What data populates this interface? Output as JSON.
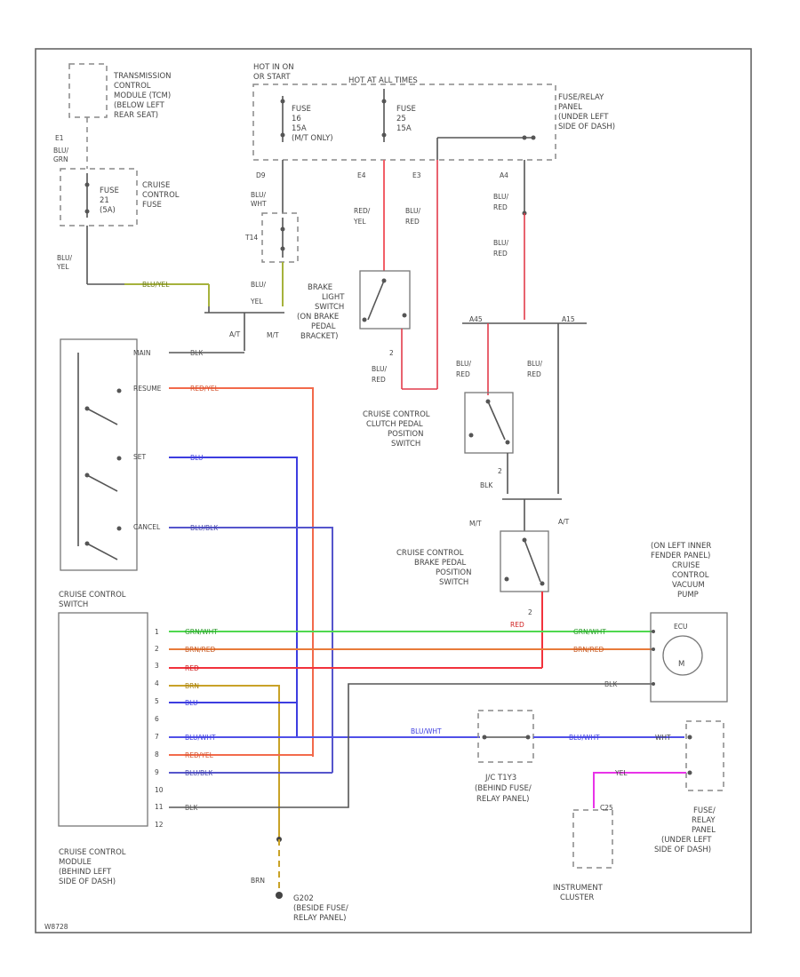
{
  "diagram": {
    "tcm": [
      "TRANSMISSION",
      "CONTROL",
      "MODULE (TCM)",
      "(BELOW LEFT",
      "REAR SEAT)"
    ],
    "tcm_pin": "E1",
    "cc_fuse": [
      "FUSE",
      "21",
      "(5A)"
    ],
    "cc_fuse_label": [
      "CRUISE",
      "CONTROL",
      "FUSE"
    ],
    "hot_in_on": [
      "HOT IN ON",
      "OR START"
    ],
    "hot_all_times": "HOT AT ALL TIMES",
    "fuse_left": [
      "FUSE",
      "16",
      "15A",
      "(M/T ONLY)"
    ],
    "fuse_right": [
      "FUSE",
      "25",
      "15A"
    ],
    "fuse_relay_panel_top": [
      "FUSE/RELAY",
      "PANEL",
      "(UNDER LEFT",
      "SIDE OF DASH)"
    ],
    "pins_top": {
      "d9": "D9",
      "e4": "E4",
      "e3": "E3",
      "a4": "A4",
      "t14": "T14"
    },
    "wires": {
      "blu_grn": [
        "BLU/",
        "GRN"
      ],
      "blu_wht": [
        "BLU/",
        "WHT"
      ],
      "blu_yel": [
        "BLU/",
        "YEL"
      ],
      "blu_yel2": [
        "BLU/",
        "YEL"
      ],
      "red_yel": [
        "RED/",
        "YEL"
      ],
      "blu_red1": [
        "BLU/",
        "RED"
      ],
      "blu_red2": [
        "BLU/",
        "RED"
      ],
      "blu_red3": [
        "BLU/",
        "RED"
      ],
      "blu_red4": [
        "BLU/",
        "RED"
      ],
      "blu_red5": [
        "BLU/",
        "RED"
      ],
      "blu_red6": [
        "BLU/",
        "RED"
      ],
      "blk": "BLK",
      "brn": "BRN"
    },
    "horiz_labels": {
      "blu_yel": "BLU/YEL",
      "blk": "BLK",
      "red_yel": "RED/YEL",
      "blu": "BLU",
      "blu_blk": "BLU/BLK",
      "grn_wht": "GRN/WHT",
      "brn_red": "BRN/RED",
      "red": "RED",
      "brn": "BRN",
      "blu2": "BLU",
      "blu_wht": "BLU/WHT",
      "red_yel2": "RED/YEL",
      "blu_blk2": "BLU/BLK",
      "blk2": "BLK",
      "grn_wht_r": "GRN/WHT",
      "brn_red_r": "BRN/RED",
      "red_r": "RED",
      "blk_r": "BLK",
      "blu_wht_r": "BLU/WHT",
      "blu_wht_r2": "BLU/WHT",
      "wht_r": "WHT",
      "yel_r": "YEL"
    },
    "at": "A/T",
    "mt": "M/T",
    "at2": "A/T",
    "mt2": "M/T",
    "brake_light_switch": [
      "BRAKE",
      "LIGHT",
      "SWITCH",
      "(ON BRAKE",
      "PEDAL",
      "BRACKET)"
    ],
    "brake_pin": "2",
    "clutch_switch": [
      "CRUISE CONTROL",
      "CLUTCH PEDAL",
      "POSITION",
      "SWITCH"
    ],
    "clutch_pin": "2",
    "brake_pedal_switch": [
      "CRUISE CONTROL",
      "BRAKE PEDAL",
      "POSITION",
      "SWITCH"
    ],
    "brake_pedal_pin": "2",
    "splice_left": "A45",
    "splice_right": "A15",
    "cc_switch": [
      "CRUISE CONTROL",
      "SWITCH"
    ],
    "cc_switch_pins": [
      "MAIN",
      "RESUME",
      "SET",
      "CANCEL"
    ],
    "cc_module": [
      "CRUISE CONTROL",
      "MODULE",
      "(BEHIND LEFT",
      "SIDE OF DASH)"
    ],
    "module_pins": [
      "1",
      "2",
      "3",
      "4",
      "5",
      "6",
      "7",
      "8",
      "9",
      "10",
      "11",
      "12"
    ],
    "vacuum_pump": [
      "(ON LEFT INNER",
      "FENDER PANEL)",
      "CRUISE",
      "CONTROL",
      "VACUUM",
      "PUMP"
    ],
    "pump_motor": "M",
    "pump_ecu": "ECU",
    "jc_label": [
      "J/C T1Y3",
      "(BEHIND FUSE/",
      "RELAY PANEL)"
    ],
    "fuse_relay_bottom": [
      "FUSE/",
      "RELAY",
      "PANEL",
      "(UNDER LEFT",
      "SIDE OF DASH)"
    ],
    "instrument_cluster": [
      "INSTRUMENT",
      "CLUSTER"
    ],
    "cluster_pin": "C25",
    "ground": [
      "G202",
      "(BESIDE FUSE/",
      "RELAY PANEL)"
    ],
    "watermark": "W8728"
  }
}
